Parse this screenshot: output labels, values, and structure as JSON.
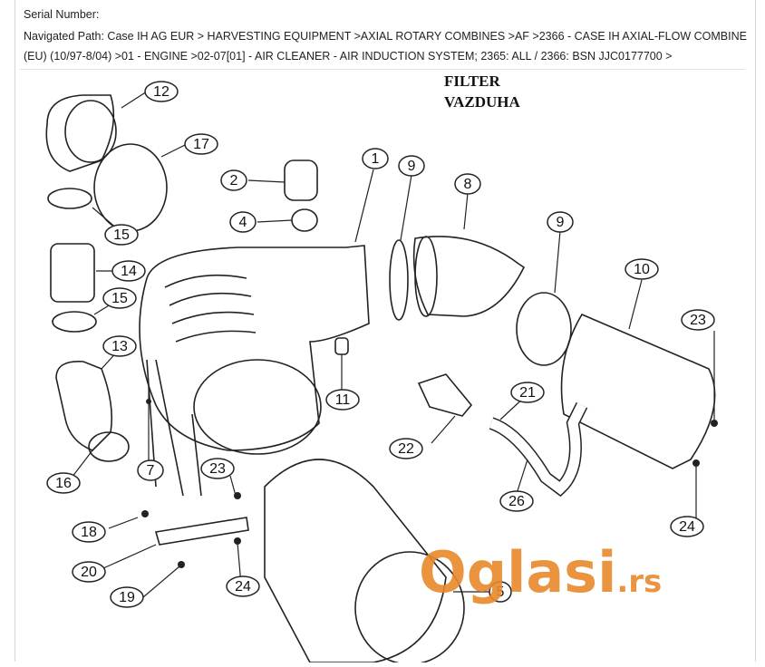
{
  "header": {
    "serial_label": "Serial Number:",
    "path_line1": "Navigated Path: Case IH AG EUR > HARVESTING EQUIPMENT >AXIAL ROTARY COMBINES >AF >2366 - CASE IH AXIAL-FLOW COMBINE",
    "path_line2": "(EU) (10/97-8/04) >01 - ENGINE >02-07[01] - AIR CLEANER - AIR INDUCTION SYSTEM; 2365: ALL / 2366: BSN JJC0177700 >"
  },
  "diagram": {
    "title_line1": "FILTER",
    "title_line2": "VAZDUHA",
    "callouts": {
      "c12": "12",
      "c17": "17",
      "c2": "2",
      "c4": "4",
      "c1": "1",
      "c9a": "9",
      "c8": "8",
      "c9b": "9",
      "c10": "10",
      "c23a": "23",
      "c15a": "15",
      "c14": "14",
      "c15b": "15",
      "c13": "13",
      "c11": "11",
      "c21": "21",
      "c22": "22",
      "c26": "26",
      "c24a": "24",
      "c7": "7",
      "c16": "16",
      "c23b": "23",
      "c18": "18",
      "c20": "20",
      "c19": "19",
      "c24b": "24",
      "c5": "5"
    }
  },
  "watermark": {
    "brand": "Oglasi",
    "tld": ".rs",
    "color": "#e8892b"
  }
}
